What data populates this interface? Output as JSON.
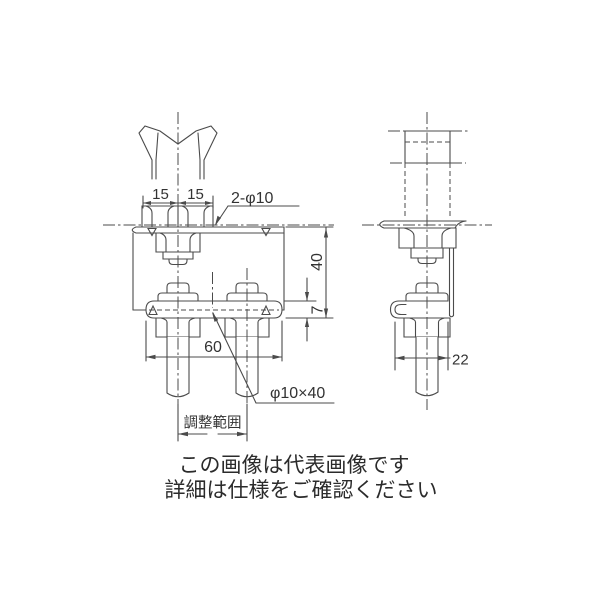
{
  "dims": {
    "pitch_left": "15",
    "pitch_right": "15",
    "top_holes": "2-φ10",
    "height": "40",
    "plate_thickness": "7",
    "base_width": "60",
    "bolt_spec": "φ10×40",
    "adjustment_range": "調整範囲",
    "depth": "22"
  },
  "caption": {
    "line1": "この画像は代表画像です",
    "line2": "詳細は仕様をご確認ください"
  },
  "colors": {
    "line": "#4b4b4b",
    "text": "#333333",
    "background": "#ffffff"
  }
}
